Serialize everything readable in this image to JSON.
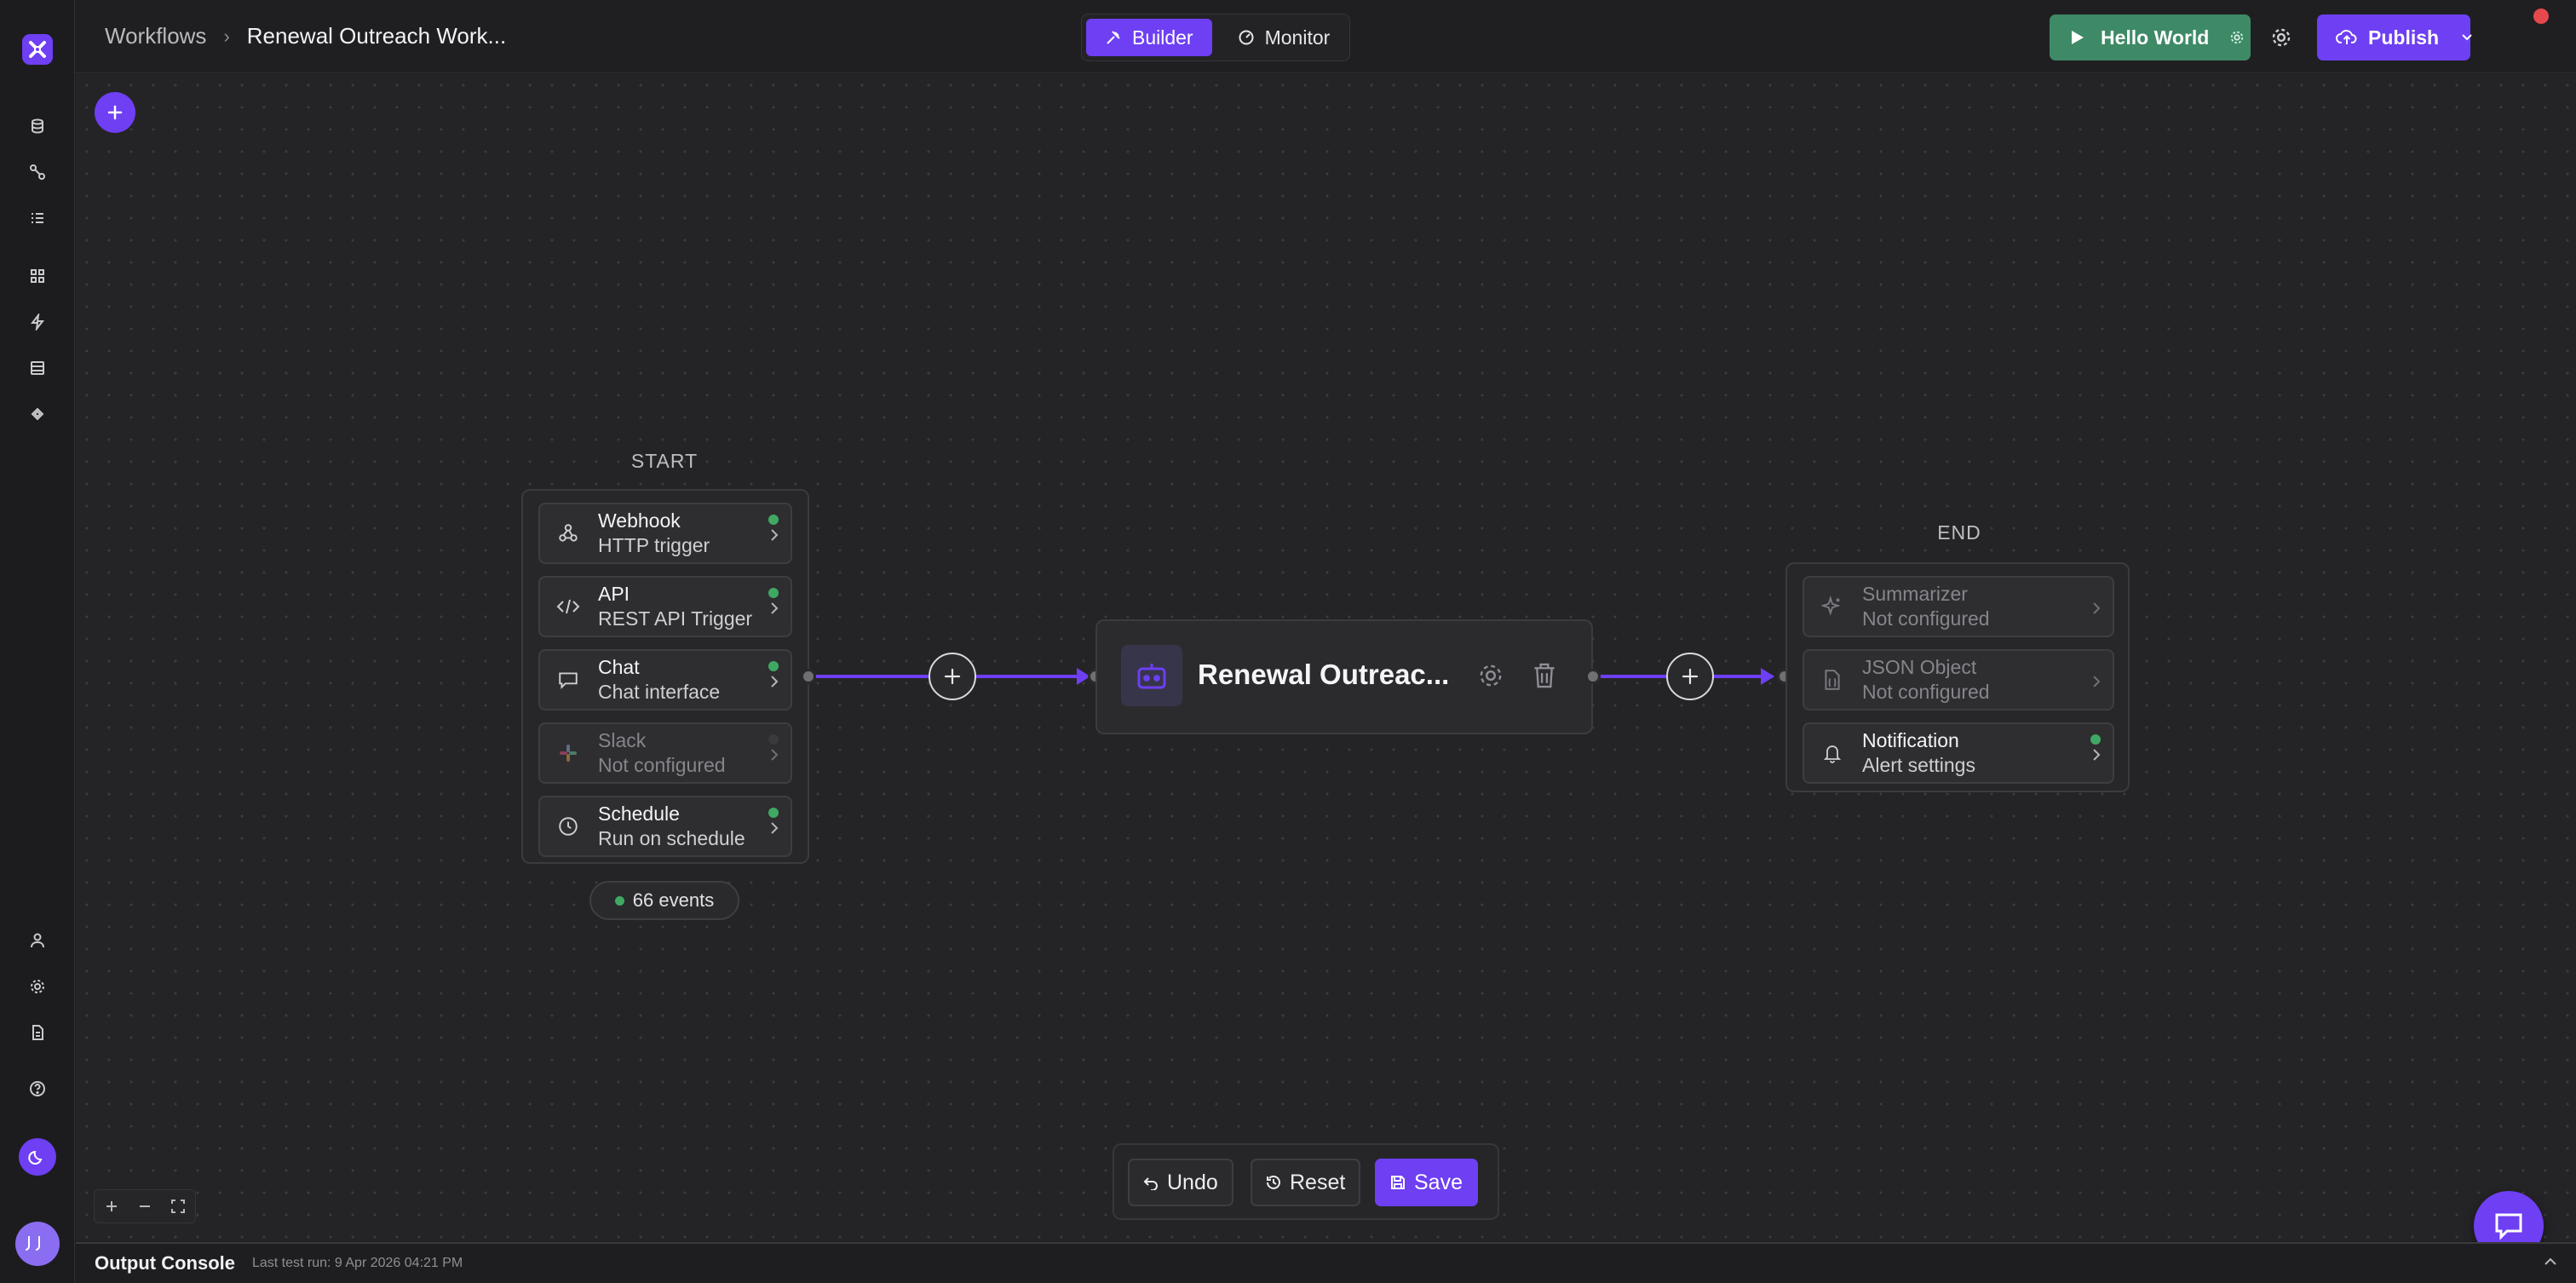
{
  "breadcrumb": {
    "root": "Workflows",
    "current": "Renewal Outreach Work..."
  },
  "mode_tabs": [
    {
      "label": "Builder",
      "active": true
    },
    {
      "label": "Monitor",
      "active": false
    }
  ],
  "header_actions": {
    "run_label": "Hello World",
    "publish_label": "Publish"
  },
  "start_group": {
    "label": "START",
    "items": [
      {
        "title": "Webhook",
        "subtitle": "HTTP trigger",
        "icon": "webhook-icon",
        "status": "active"
      },
      {
        "title": "API",
        "subtitle": "REST API Trigger",
        "icon": "code-icon",
        "status": "active"
      },
      {
        "title": "Chat",
        "subtitle": "Chat interface",
        "icon": "chat-icon",
        "status": "active"
      },
      {
        "title": "Slack",
        "subtitle": "Not configured",
        "icon": "slack-icon",
        "status": "inactive"
      },
      {
        "title": "Schedule",
        "subtitle": "Run on schedule",
        "icon": "clock-icon",
        "status": "active"
      }
    ],
    "events": "66 events"
  },
  "agent_node": {
    "title": "Renewal Outreac...",
    "icon": "bot-icon"
  },
  "end_group": {
    "label": "END",
    "items": [
      {
        "title": "Summarizer",
        "subtitle": "Not configured",
        "icon": "sparkles-icon",
        "status": "inactive"
      },
      {
        "title": "JSON Object",
        "subtitle": "Not configured",
        "icon": "file-json-icon",
        "status": "inactive"
      },
      {
        "title": "Notification",
        "subtitle": "Alert settings",
        "icon": "bell-icon",
        "status": "active"
      }
    ]
  },
  "action_bar": {
    "undo": "Undo",
    "reset": "Reset",
    "save": "Save"
  },
  "console": {
    "title": "Output Console",
    "last_run": "Last test run: 9 Apr 2026 04:21 PM"
  },
  "colors": {
    "accent": "#6e3ff3",
    "success": "#3e8a66",
    "status_dot": "#3fa863",
    "alert": "#e5484d"
  }
}
